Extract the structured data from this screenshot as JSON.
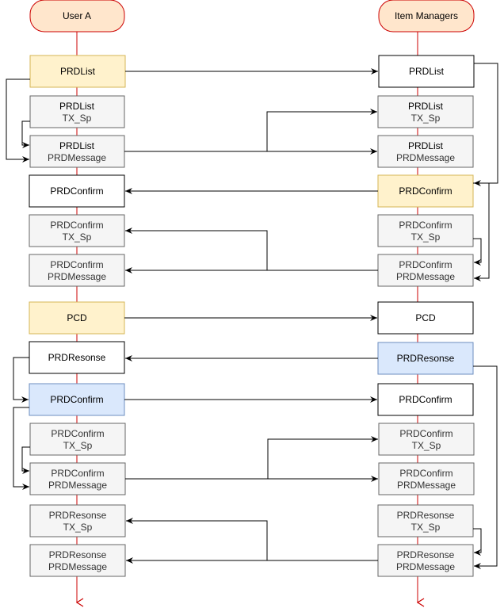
{
  "lanes": {
    "user_a": "User A",
    "item_managers": "Item Managers"
  },
  "colors": {
    "lifeline": "#cc0000",
    "header_fill": "#ffe6cc",
    "yellow_fill": "#fff2cc",
    "yellow_stroke": "#d6b656",
    "blue_fill": "#dae8fc",
    "blue_stroke": "#6c8ebf",
    "gray_fill": "#f5f5f5",
    "gray_stroke": "#666666",
    "white_fill": "#ffffff",
    "black_stroke": "#000000"
  },
  "left": {
    "prdlist": "PRDList",
    "prdlist_tx": [
      "PRDList",
      "TX_Sp"
    ],
    "prdlist_msg": [
      "PRDList",
      "PRDMessage"
    ],
    "prdconfirm_1": "PRDConfirm",
    "prdconfirm_tx_1": [
      "PRDConfirm",
      "TX_Sp"
    ],
    "prdconfirm_msg_1": [
      "PRDConfirm",
      "PRDMessage"
    ],
    "pcd": "PCD",
    "prdresonse": "PRDResonse",
    "prdconfirm_2": "PRDConfirm",
    "prdconfirm_tx_2": [
      "PRDConfirm",
      "TX_Sp"
    ],
    "prdconfirm_msg_2": [
      "PRDConfirm",
      "PRDMessage"
    ],
    "prdresonse_tx": [
      "PRDResonse",
      "TX_Sp"
    ],
    "prdresonse_msg": [
      "PRDResonse",
      "PRDMessage"
    ]
  },
  "right": {
    "prdlist": "PRDList",
    "prdlist_tx": [
      "PRDList",
      "TX_Sp"
    ],
    "prdlist_msg": [
      "PRDList",
      "PRDMessage"
    ],
    "prdconfirm_1": "PRDConfirm",
    "prdconfirm_tx_1": [
      "PRDConfirm",
      "TX_Sp"
    ],
    "prdconfirm_msg_1": [
      "PRDConfirm",
      "PRDMessage"
    ],
    "pcd": "PCD",
    "prdresonse": "PRDResonse",
    "prdconfirm_2": "PRDConfirm",
    "prdconfirm_tx_2": [
      "PRDConfirm",
      "TX_Sp"
    ],
    "prdconfirm_msg_2": [
      "PRDConfirm",
      "PRDMessage"
    ],
    "prdresonse_tx": [
      "PRDResonse",
      "TX_Sp"
    ],
    "prdresonse_msg": [
      "PRDResonse",
      "PRDMessage"
    ]
  }
}
